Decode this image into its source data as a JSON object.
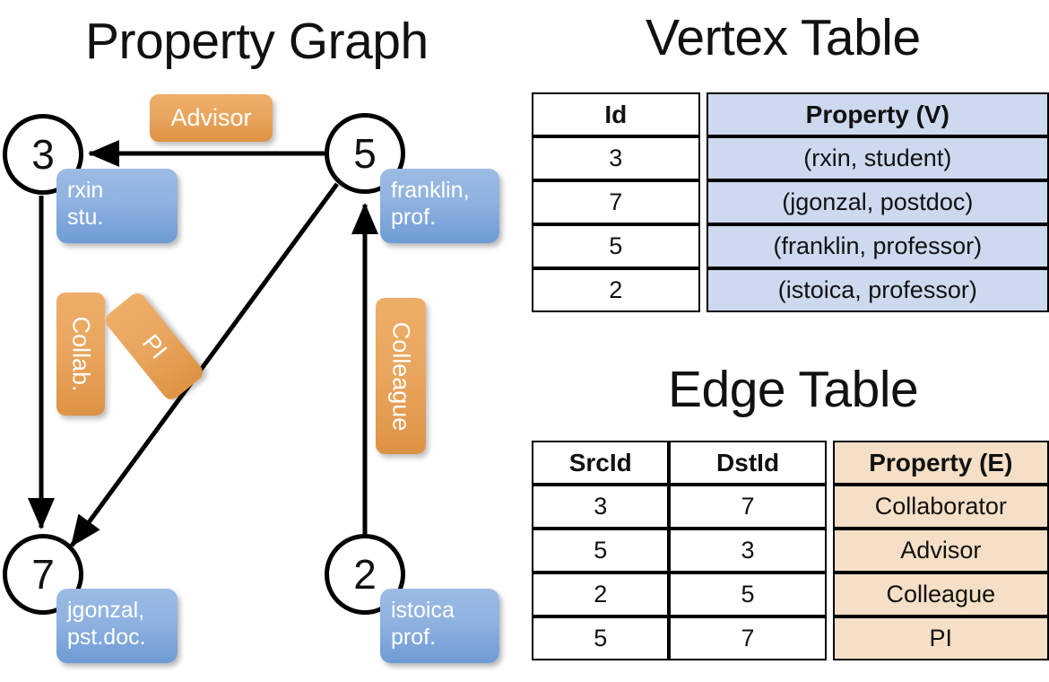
{
  "titles": {
    "property_graph": "Property Graph",
    "vertex_table": "Vertex Table",
    "edge_table": "Edge Table"
  },
  "graph": {
    "nodes": [
      {
        "id": "3",
        "prop_line1": "rxin",
        "prop_line2": "stu."
      },
      {
        "id": "5",
        "prop_line1": "franklin,",
        "prop_line2": "prof."
      },
      {
        "id": "7",
        "prop_line1": "jgonzal,",
        "prop_line2": "pst.doc."
      },
      {
        "id": "2",
        "prop_line1": "istoica",
        "prop_line2": "prof."
      }
    ],
    "edge_labels": {
      "advisor": "Advisor",
      "collab": "Collab.",
      "pi": "PI",
      "colleague": "Colleague"
    }
  },
  "vertex_table": {
    "headers": [
      "Id",
      "Property (V)"
    ],
    "rows": [
      {
        "id": "3",
        "property": "(rxin, student)"
      },
      {
        "id": "7",
        "property": "(jgonzal, postdoc)"
      },
      {
        "id": "5",
        "property": "(franklin, professor)"
      },
      {
        "id": "2",
        "property": "(istoica, professor)"
      }
    ]
  },
  "edge_table": {
    "headers": [
      "SrcId",
      "DstId",
      "Property (E)"
    ],
    "rows": [
      {
        "src": "3",
        "dst": "7",
        "property": "Collaborator"
      },
      {
        "src": "5",
        "dst": "3",
        "property": "Advisor"
      },
      {
        "src": "2",
        "dst": "5",
        "property": "Colleague"
      },
      {
        "src": "5",
        "dst": "7",
        "property": "PI"
      }
    ]
  },
  "colors": {
    "vertex_property_fill": "#ccd9ee",
    "edge_property_fill": "#f5dfc6",
    "node_box_blue": "#8fb2e0",
    "edge_label_orange": "#e9a55d",
    "background": "#ffffff",
    "stroke": "#000000"
  }
}
